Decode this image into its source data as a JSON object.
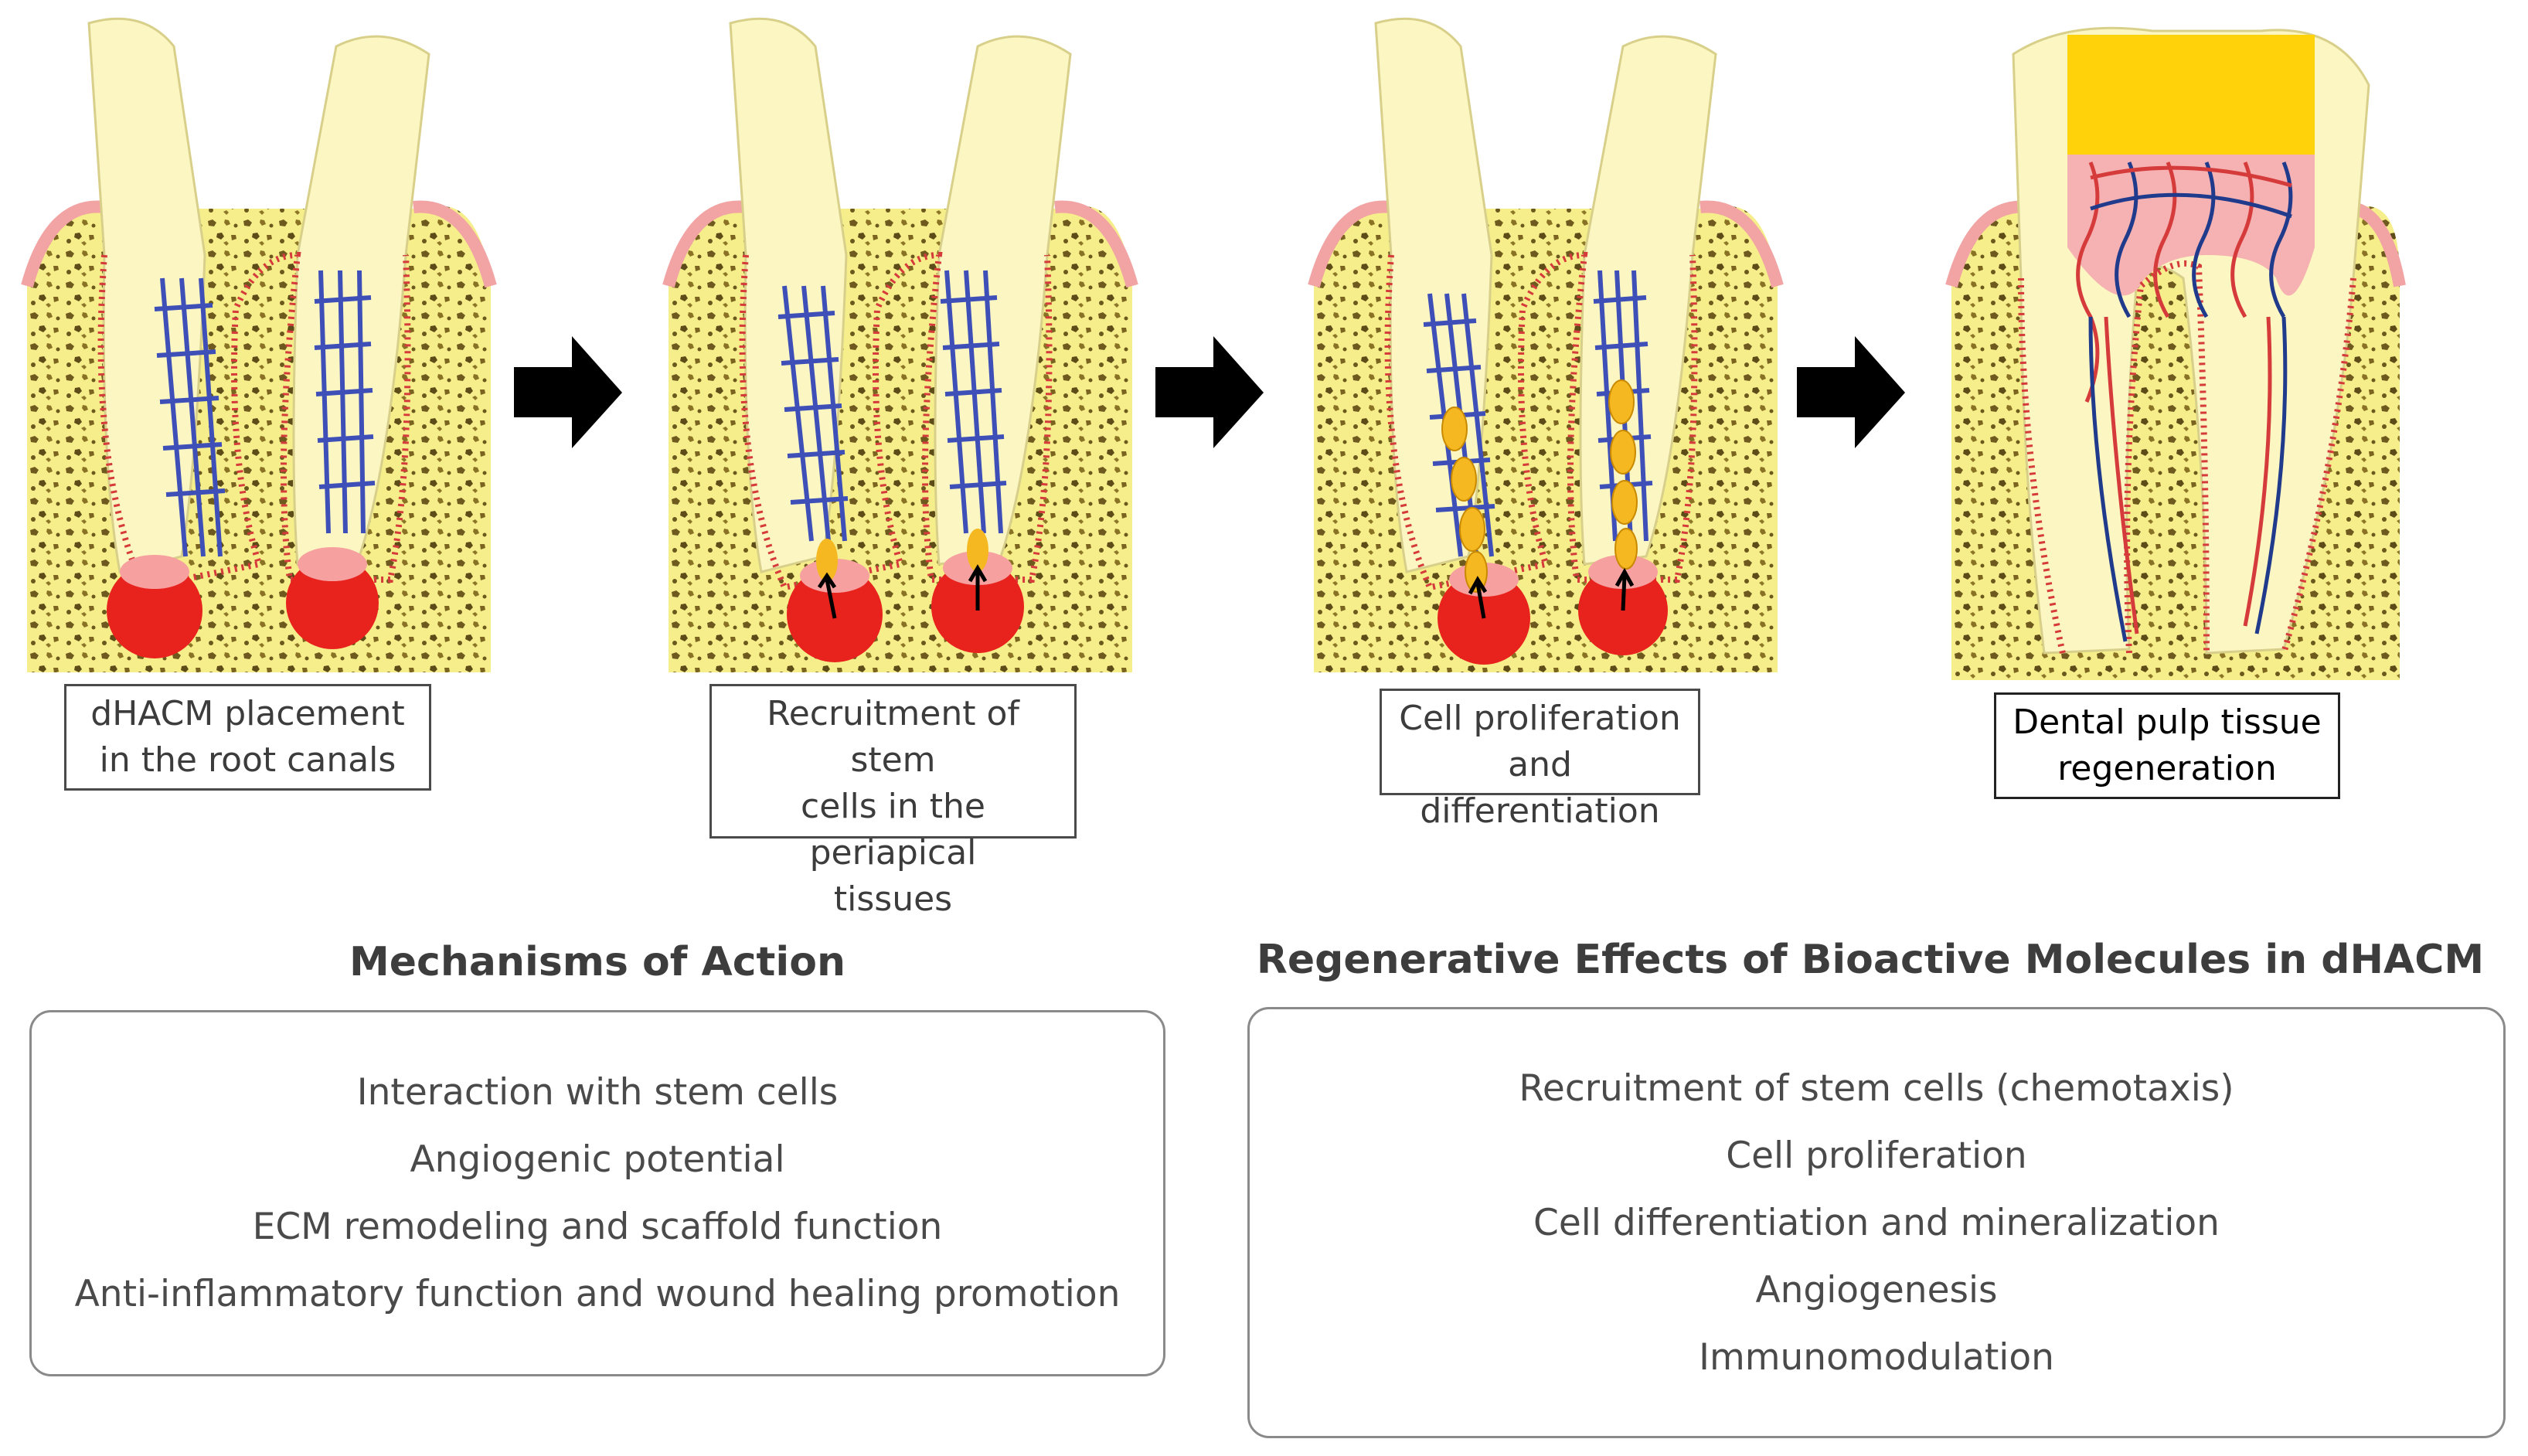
{
  "stages": [
    {
      "label_line1": "dHACM placement",
      "label_line2": "in the root canals"
    },
    {
      "label_line1": "Recruitment of stem",
      "label_line2": "cells in the periapical",
      "label_line3": "tissues"
    },
    {
      "label_line1": "Cell proliferation",
      "label_line2": "and differentiation"
    },
    {
      "label_line1": "Dental pulp tissue",
      "label_line2": "regeneration"
    }
  ],
  "mechanisms": {
    "title": "Mechanisms of Action",
    "items": [
      "Interaction with stem cells",
      "Angiogenic potential",
      "ECM remodeling and scaffold function",
      "Anti-inflammatory function and wound healing promotion"
    ]
  },
  "effects": {
    "title": "Regenerative Effects of Bioactive Molecules in dHACM",
    "items": [
      "Recruitment of stem cells (chemotaxis)",
      "Cell proliferation",
      "Cell differentiation and mineralization",
      "Angiogenesis",
      "Immunomodulation"
    ]
  },
  "colors": {
    "bone": "#f5ee8a",
    "tooth": "#fbf6c2",
    "gum": "#f2a3a3",
    "lesion": "#e8231d",
    "scaffold": "#3f4fb8",
    "cell": "#f5b820",
    "arrow": "#000000"
  }
}
